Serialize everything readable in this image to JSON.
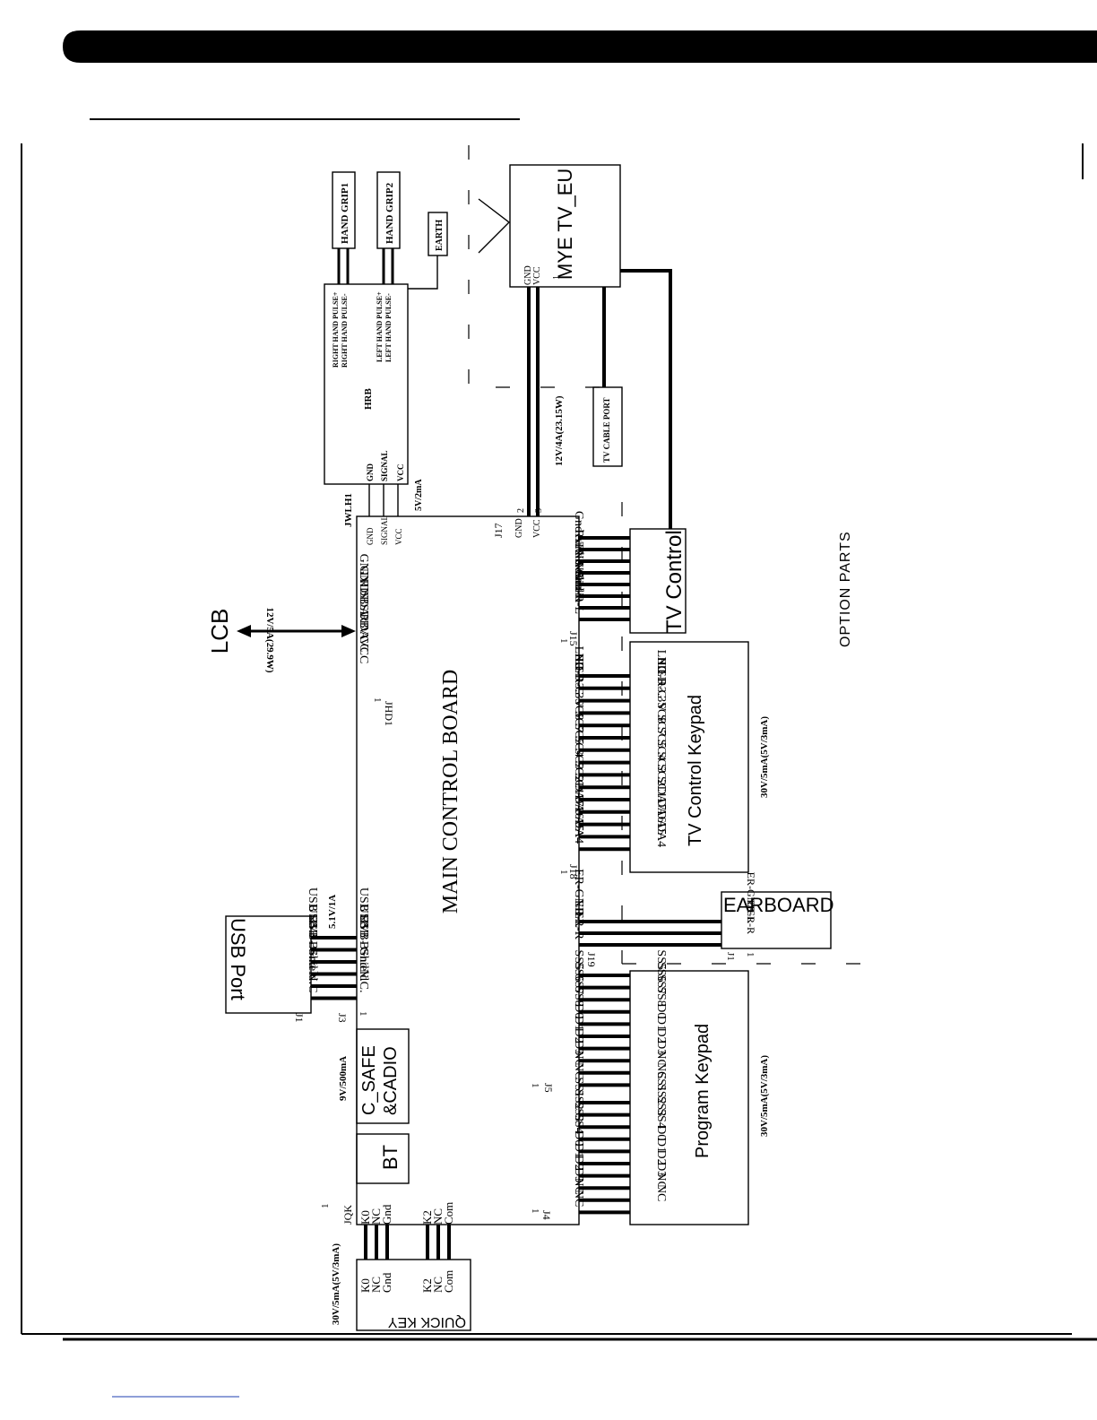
{
  "colors": {
    "ink": "#000000",
    "paper": "#ffffff",
    "link": "#1d3fb0"
  },
  "main_board": {
    "title": "MAIN CONTROL BOARD",
    "hrb_connector": {
      "id": "JWLH1",
      "pins": [
        "GND",
        "SIGNAL",
        "VCC"
      ]
    },
    "jhd1": {
      "id": "JHD1",
      "pin1": "1",
      "pins": [
        "GND",
        "GND",
        "RDB",
        "SDA",
        "SDB",
        "RDA",
        "VCC",
        "VCC"
      ]
    },
    "j3": {
      "id": "J3",
      "pin1": "1",
      "pins": [
        "USB BV",
        "USB B-",
        "USB B+",
        "Gnd",
        "Shield",
        "N.C."
      ]
    },
    "jqk": {
      "id": "JQK",
      "pin1": "1",
      "pins": [
        "K0",
        "NC",
        "Gnd",
        "K2",
        "NC",
        "Com"
      ]
    },
    "j17": {
      "id": "J17",
      "pins": [
        "GND",
        "VCC"
      ],
      "pin_numbers": [
        "2",
        "3"
      ]
    },
    "j15": {
      "id": "J15",
      "pin1": "1",
      "pins": [
        "Gnd",
        "Rx",
        "Tx",
        "NC",
        "NC",
        "Audio-Gnd",
        "Audio-R",
        "Audio-L"
      ]
    },
    "j18": {
      "id": "J18",
      "pin1": "1",
      "pins": [
        "NC",
        "LED-R",
        "LED-G",
        "+3.3V",
        "SC8",
        "SC7",
        "SC5",
        "SC4",
        "SC3",
        "SC2",
        "SC1",
        "DA7",
        "DA6",
        "DA5",
        "DA4"
      ]
    },
    "j19": {
      "id": "J19",
      "pins": [
        "ER-GND",
        "ER-L",
        "ER-R"
      ]
    },
    "j5": {
      "id": "J5",
      "pin1": "1",
      "pins": [
        "SS5",
        "SS6",
        "SS7",
        "SS8",
        "D0",
        "D1",
        "D2",
        "D3",
        "NC",
        "NC"
      ]
    },
    "j4": {
      "id": "J4",
      "pin1": "1",
      "pins": [
        "SS1",
        "SS2",
        "SS3",
        "SS4",
        "D0",
        "D1",
        "D2",
        "D3",
        "NC",
        "NC"
      ]
    }
  },
  "lcb": {
    "label": "LCB",
    "power": "12V/5A(29.9W)"
  },
  "hrb": {
    "label": "HRB",
    "outputs": [
      "RIGHT HAND PULSE+",
      "RIGHT HAND PULSE-",
      "LEFT HAND PULSE+",
      "LEFT HAND PULSE-"
    ],
    "inputs": [
      "GND",
      "SIGNAL",
      "VCC"
    ],
    "power": "5V/2mA"
  },
  "hand_grip1": "HAND GRIP1",
  "hand_grip2": "HAND GRIP2",
  "earth": "EARTH",
  "tv": {
    "label": "MYE TV_EU",
    "pins": [
      "GND",
      "VCC"
    ],
    "pin1": "1",
    "power": "12V/4A(23.15W)"
  },
  "tv_cable_port": "TV CABLE PORT",
  "tv_control": {
    "label": "TV Control"
  },
  "tv_control_keypad": {
    "label": "TV Control Keypad",
    "power": "30V/5mA(5V/3mA)",
    "pins": [
      "NC",
      "LED-R",
      "LED-G",
      "+3.3V",
      "SC8",
      "SC7",
      "SC5",
      "SC4",
      "SC3",
      "SC2",
      "SC1",
      "DA7",
      "DA6",
      "DA5",
      "DA4"
    ]
  },
  "earboard": {
    "label": "EARBOARD",
    "id": "J1",
    "pin1": "1",
    "pins": [
      "ER-GND",
      "ER-L",
      "ER-R"
    ]
  },
  "program_keypad": {
    "label": "Program Keypad",
    "power": "30V/5mA(5V/3mA)",
    "pins": [
      "SS5",
      "SS6",
      "SS7",
      "SS8",
      "D0",
      "D1",
      "D2",
      "D3",
      "NC",
      "NC",
      "SS1",
      "SS2",
      "SS3",
      "SS4",
      "D0",
      "D1",
      "D2",
      "D3",
      "NC",
      "NC"
    ]
  },
  "usb_port": {
    "label": "USB Port",
    "id": "J1",
    "power": "5.1V/1A",
    "pins": [
      "USB BV",
      "USB B-",
      "USB B+",
      "Gnd",
      "Shield",
      "N.C"
    ]
  },
  "c_safe": {
    "line1": "C_SAFE",
    "line2": "&CADIO",
    "power": "9V/500mA"
  },
  "bt": "BT",
  "quick_key": {
    "label": "QUICK KEY",
    "power": "30V/5mA(5V/3mA)",
    "pins": [
      "K0",
      "NC",
      "Gnd",
      "K2",
      "NC",
      "Com"
    ]
  },
  "option_parts": "OPTION PARTS"
}
